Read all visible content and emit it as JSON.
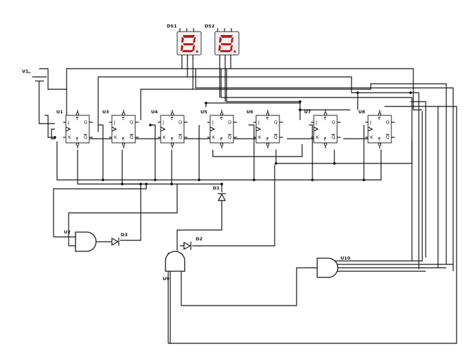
{
  "labels": {
    "battery": "V1",
    "display_1": "DS1",
    "display_2": "DS2",
    "diode_1": "D1",
    "diode_2": "D2",
    "diode_3": "D3",
    "and_gate_2": "U2",
    "and_gate_9": "U9",
    "and_gate_10": "U10"
  },
  "flip_flops": [
    {
      "id": "U1",
      "pins": {
        "j": "J",
        "k": "K",
        "q": "Q",
        "qbar": "Q",
        "set": "S",
        "reset": "R"
      }
    },
    {
      "id": "U3",
      "pins": {
        "j": "J",
        "k": "K",
        "q": "Q",
        "qbar": "Q",
        "set": "S",
        "reset": "R"
      }
    },
    {
      "id": "U4",
      "pins": {
        "j": "J",
        "k": "K",
        "q": "Q",
        "qbar": "Q",
        "set": "S",
        "reset": "R"
      }
    },
    {
      "id": "U5",
      "pins": {
        "j": "J",
        "k": "K",
        "q": "Q",
        "qbar": "Q",
        "set": "S",
        "reset": "R"
      }
    },
    {
      "id": "U6",
      "pins": {
        "j": "J",
        "k": "K",
        "q": "Q",
        "qbar": "Q",
        "set": "S",
        "reset": "R"
      }
    },
    {
      "id": "U7",
      "pins": {
        "j": "J",
        "k": "K",
        "q": "Q",
        "qbar": "Q",
        "set": "S",
        "reset": "R"
      }
    },
    {
      "id": "U8",
      "pins": {
        "j": "J",
        "k": "K",
        "q": "Q",
        "qbar": "Q",
        "set": "S",
        "reset": "R"
      }
    }
  ],
  "display_digit": "8",
  "colors": {
    "wire": "#111111",
    "segment_on": "#c01818",
    "display_body": "#f2f2f2"
  }
}
